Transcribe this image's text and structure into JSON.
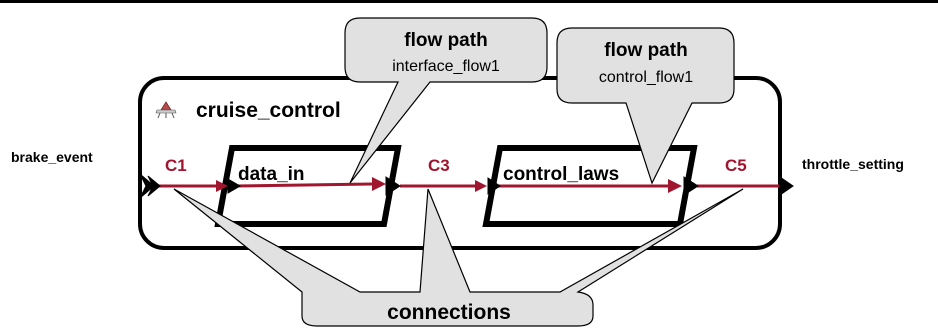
{
  "system": {
    "name": "cruise_control",
    "logo": "aadl-icon"
  },
  "ports": {
    "in": "brake_event",
    "out": "throttle_setting"
  },
  "subcomponents": [
    {
      "name": "data_in"
    },
    {
      "name": "control_laws"
    }
  ],
  "connections": {
    "c1": "C1",
    "c3": "C3",
    "c5": "C5"
  },
  "callouts": {
    "flow1": {
      "title": "flow path",
      "name": "interface_flow1"
    },
    "flow2": {
      "title": "flow path",
      "name": "control_flow1"
    },
    "connections": {
      "title": "connections"
    }
  },
  "colors": {
    "flow": "#a0162e",
    "callout_fill": "#e1e1e1",
    "outline": "#000000"
  }
}
